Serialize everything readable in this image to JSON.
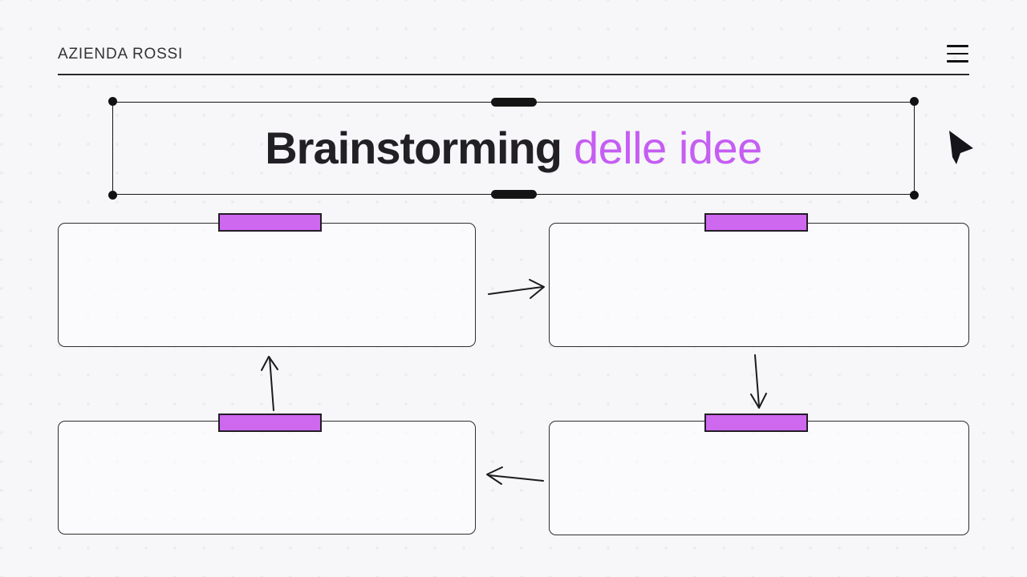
{
  "header": {
    "brand": "AZIENDA ROSSI",
    "menu_icon": "hamburger-icon"
  },
  "title": {
    "text_primary": "Brainstorming",
    "text_accent": " delle idee",
    "selected": true
  },
  "selection": {
    "handles": [
      "top-left-dot",
      "top-right-dot",
      "bottom-left-dot",
      "bottom-right-dot",
      "top-pill-handle",
      "bottom-pill-handle"
    ]
  },
  "canvas": {
    "boxes": [
      {
        "id": "top-left",
        "tab": "purple-tab",
        "content": ""
      },
      {
        "id": "top-right",
        "tab": "purple-tab",
        "content": ""
      },
      {
        "id": "bottom-left",
        "tab": "purple-tab",
        "content": ""
      },
      {
        "id": "bottom-right",
        "tab": "purple-tab",
        "content": ""
      }
    ],
    "arrows": [
      {
        "id": "arrow-top-left-to-top-right",
        "direction": "right"
      },
      {
        "id": "arrow-top-right-to-bottom-right",
        "direction": "down"
      },
      {
        "id": "arrow-bottom-left-to-top-left",
        "direction": "up"
      },
      {
        "id": "arrow-bottom-right-to-bottom-left",
        "direction": "left"
      }
    ],
    "cursor": "pointer-cursor"
  },
  "colors": {
    "background": "#f7f7f9",
    "ink": "#222025",
    "accent_text": "#c55ef2",
    "tab_fill": "#cd68ef"
  }
}
